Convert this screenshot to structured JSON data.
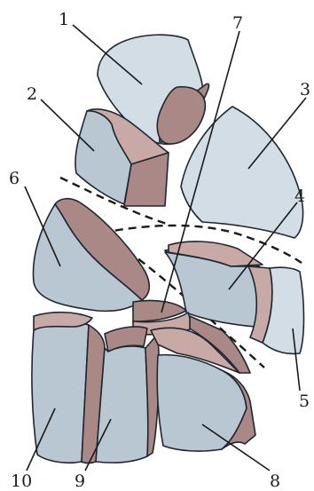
{
  "labels": {
    "l1": "1",
    "l2": "2",
    "l3": "3",
    "l4": "4",
    "l5": "5",
    "l6": "6",
    "l7": "7",
    "l8": "8",
    "l9": "9",
    "l10": "10"
  },
  "colors": {
    "bone_surface": "#b9c7d3",
    "cut_surface": "#a98886",
    "outline": "#1e2730"
  }
}
